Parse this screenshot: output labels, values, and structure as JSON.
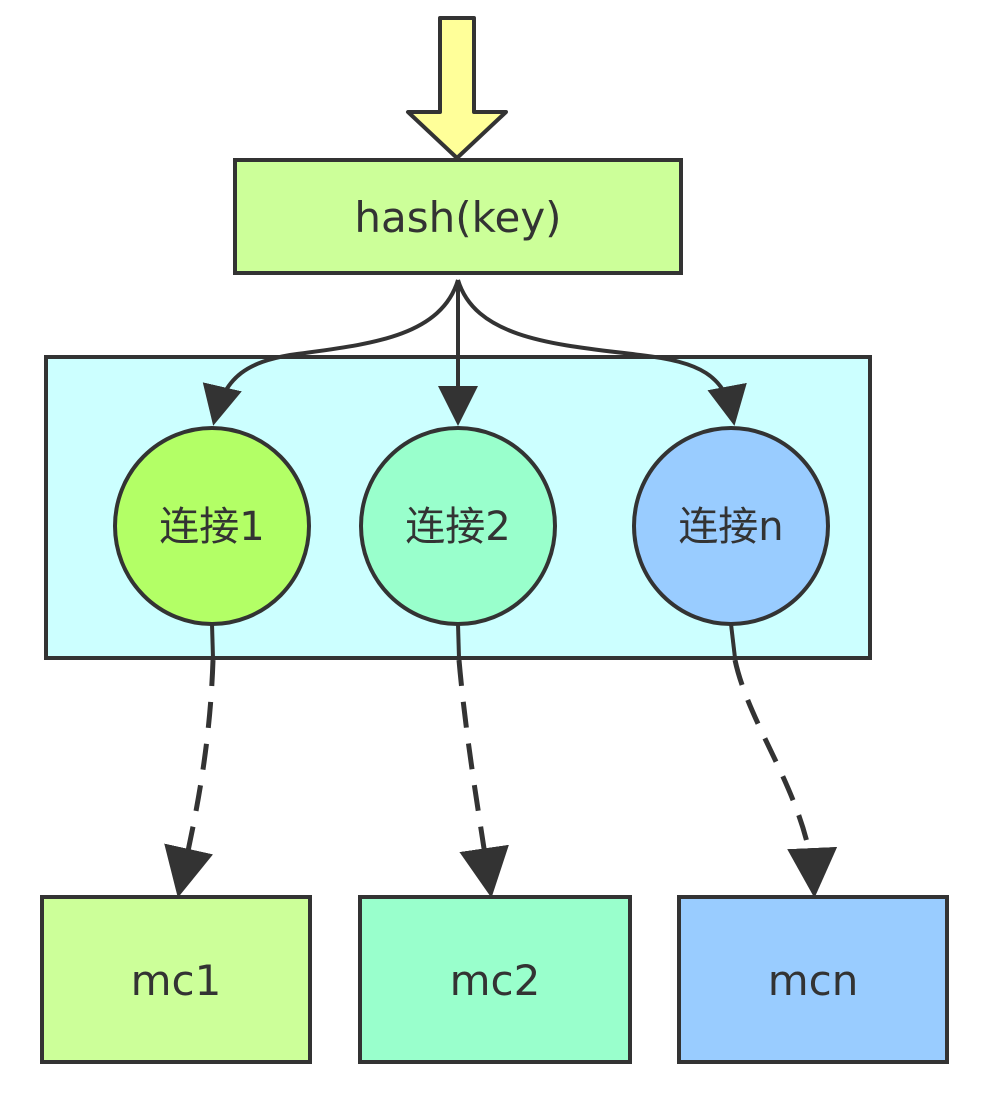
{
  "hash_box": {
    "label": "hash(key)",
    "color": "#ccff99"
  },
  "pool": {
    "color": "#ccffff"
  },
  "connections": [
    {
      "label": "连接1",
      "color": "#b3ff66"
    },
    {
      "label": "连接2",
      "color": "#99ffcc"
    },
    {
      "label": "连接n",
      "color": "#99ccff"
    }
  ],
  "servers": [
    {
      "label": "mc1",
      "color": "#ccff99"
    },
    {
      "label": "mc2",
      "color": "#99ffcc"
    },
    {
      "label": "mcn",
      "color": "#99ccff"
    }
  ],
  "input_arrow": {
    "color": "#ffff99"
  },
  "stroke_color": "#333333"
}
